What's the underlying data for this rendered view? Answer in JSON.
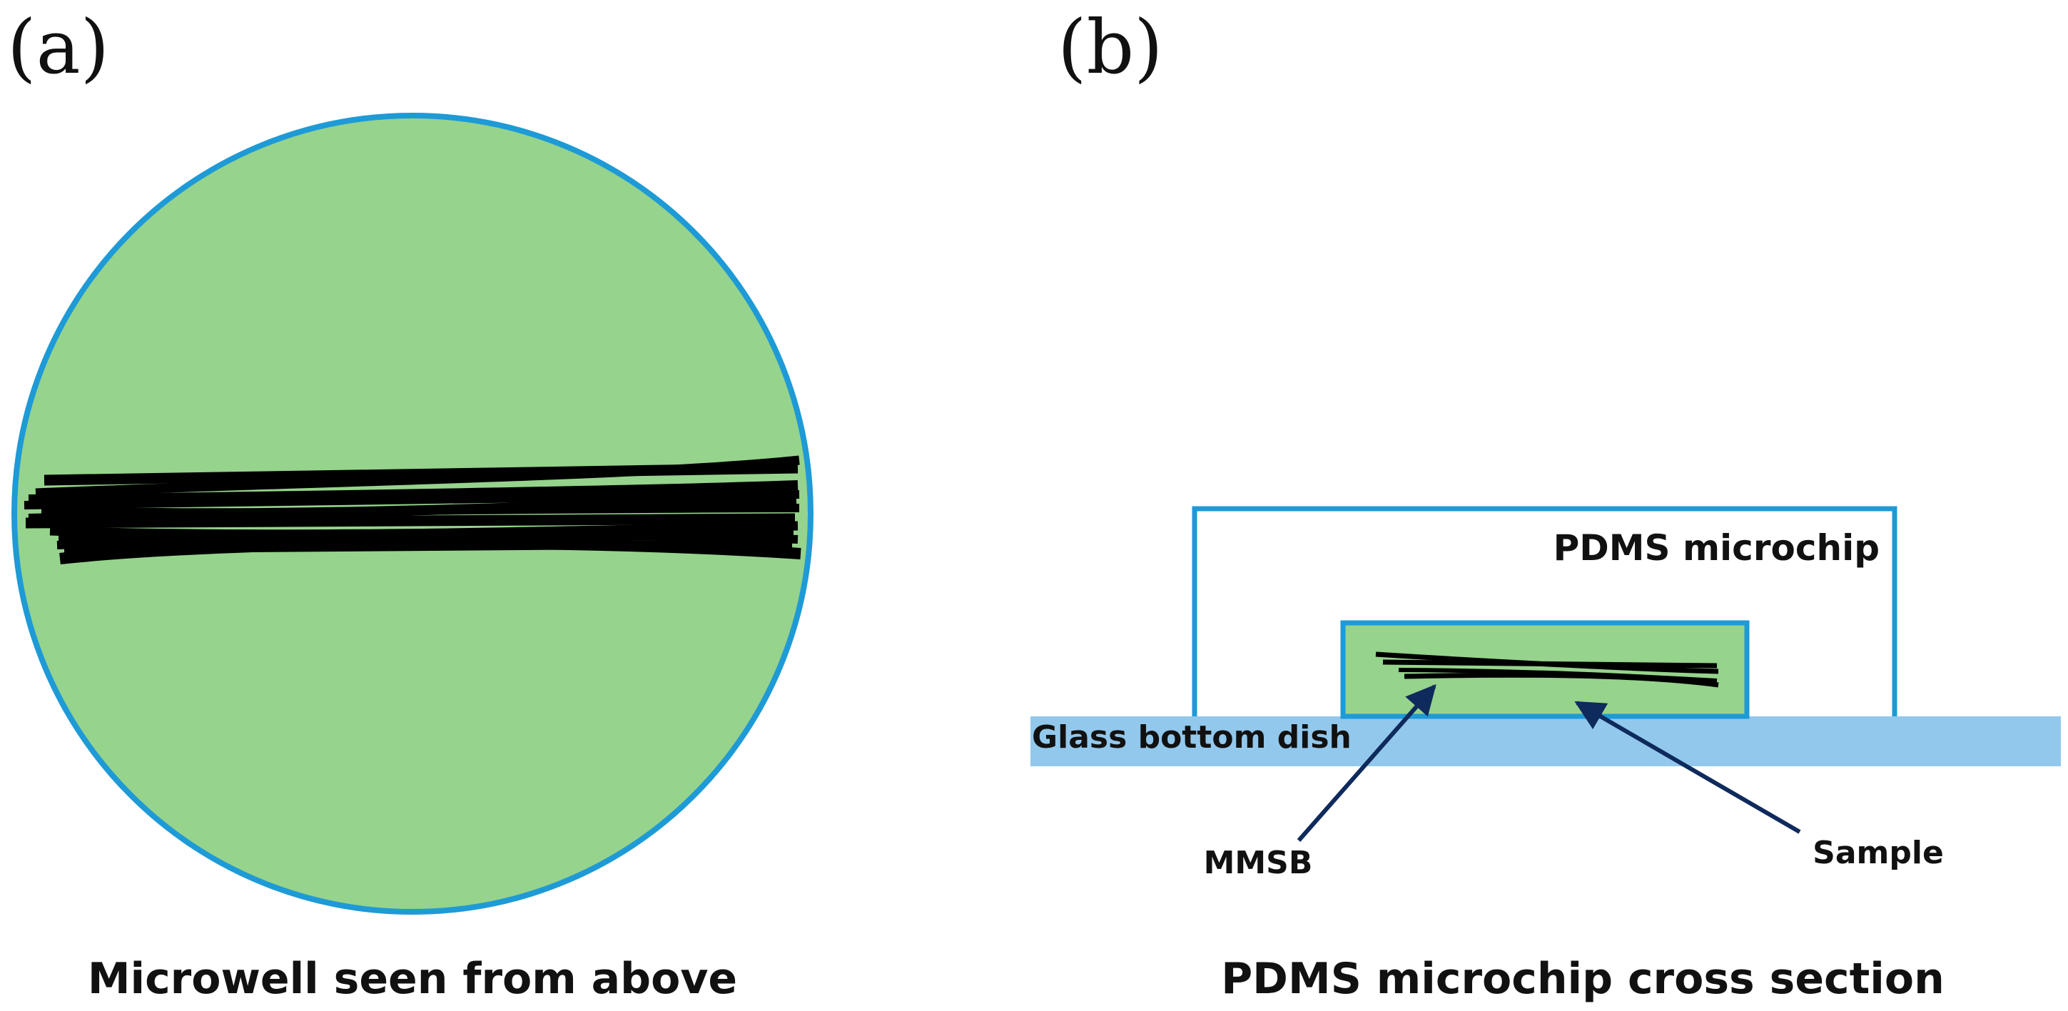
{
  "panels": {
    "a": {
      "letter": "(a)",
      "caption": "Microwell seen from above"
    },
    "b": {
      "letter": "(b)",
      "caption": "PDMS microchip cross section",
      "labels": {
        "microchip": "PDMS microchip",
        "dish": "Glass bottom dish",
        "mmsb": "MMSB",
        "sample": "Sample"
      }
    }
  },
  "colors": {
    "well_fill": "#96d38c",
    "outline_blue": "#1e9ad6",
    "dish_blue": "#92c8ec",
    "arrow_navy": "#0f2a5c",
    "fiber_black": "#000000"
  }
}
